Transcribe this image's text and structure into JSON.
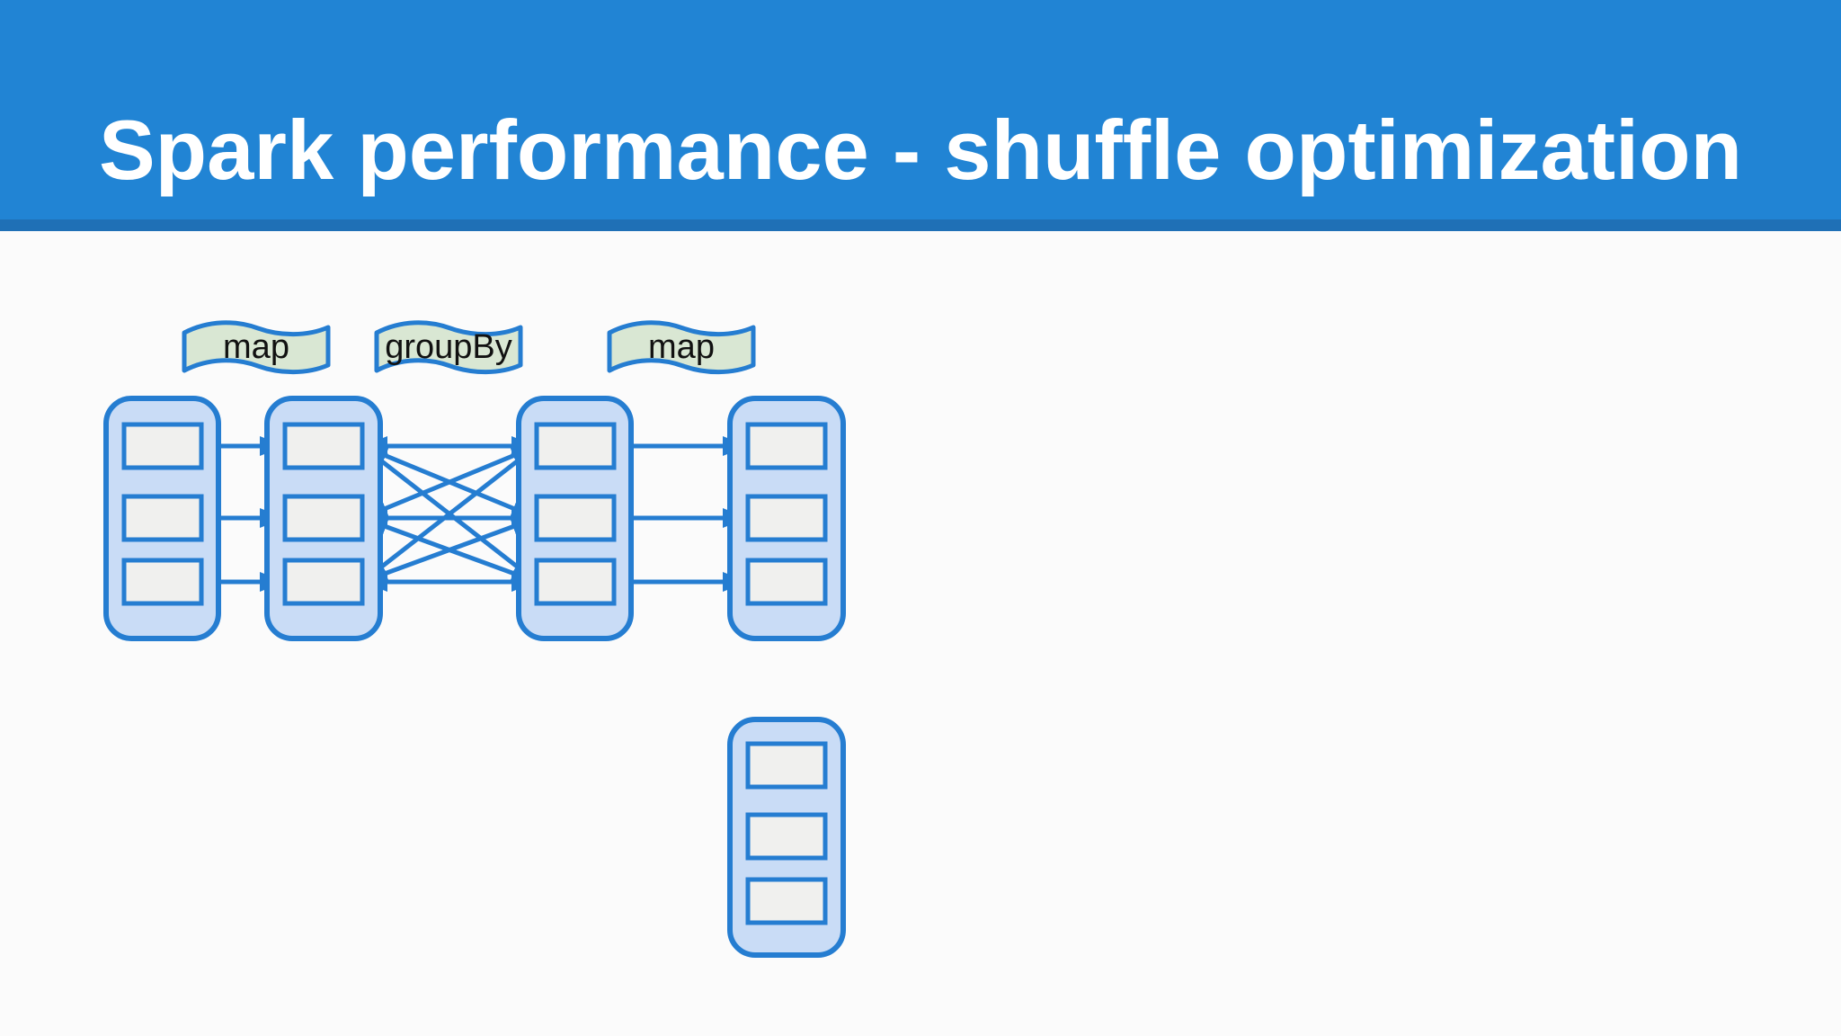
{
  "slide": {
    "title": "Spark performance - shuffle optimization"
  },
  "colors": {
    "slide_bg": "#fbfbfb",
    "header_bg": "#2184d4",
    "header_strip": "#1f70b6",
    "title_text": "#ffffff",
    "shape_border": "#257dd1",
    "arrow": "#257dd1",
    "container_fill": "#c9dcf6",
    "cell_fill": "#f0f0ee",
    "label_fill": "#d9e7d3",
    "label_text": "#111111"
  },
  "diagram": {
    "stage_labels": [
      {
        "text": "map"
      },
      {
        "text": "groupBy"
      },
      {
        "text": "map"
      }
    ],
    "rdd_columns": [
      {
        "name": "rdd-1",
        "partition_count": 3
      },
      {
        "name": "rdd-2",
        "partition_count": 3
      },
      {
        "name": "rdd-3",
        "partition_count": 3
      },
      {
        "name": "rdd-4",
        "partition_count": 3
      }
    ],
    "detached_rdd": {
      "name": "rdd-detached",
      "partition_count": 3
    },
    "edge_topology": {
      "map_1": "one-to-one",
      "group_by_shuffle": "all-to-all",
      "map_2": "one-to-one"
    }
  }
}
